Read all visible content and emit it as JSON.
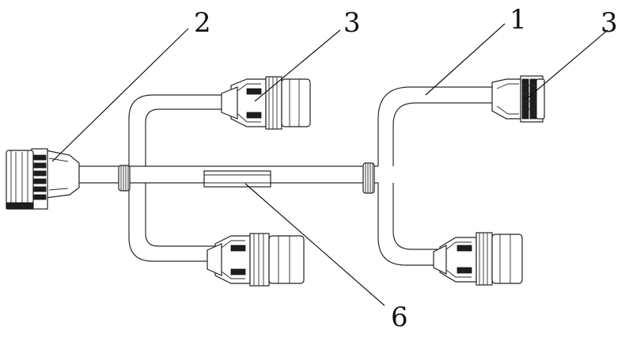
{
  "labels": {
    "main_harness": "1",
    "main_connector": "2",
    "branch_connector_top_left": "3",
    "branch_connector_top_right": "3",
    "marker_sleeve": "6"
  },
  "colors": {
    "line": "#2b2b2b",
    "dark_fill": "#1e1e1e",
    "background": "#ffffff"
  }
}
